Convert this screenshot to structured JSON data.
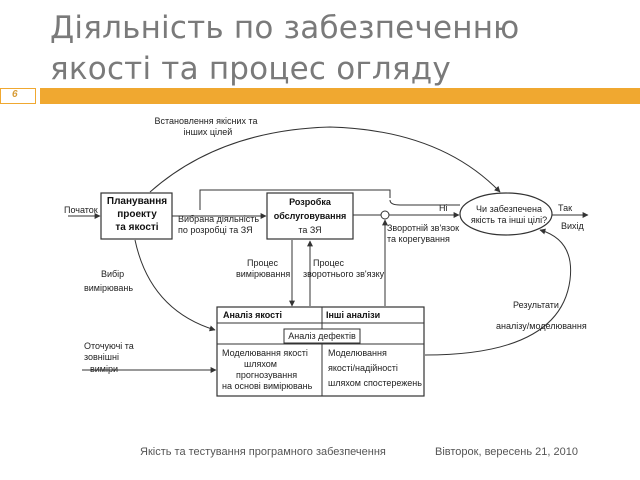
{
  "title": {
    "line1": "Діяльність по забезпеченню",
    "line2": "якості та процес огляду"
  },
  "slide_number": "6",
  "colors": {
    "accent": "#f0a830",
    "title": "#7a7a7a"
  },
  "diagram": {
    "planning_box": [
      "Планування",
      "проекту",
      "та якості"
    ],
    "development_box": [
      "Розробка",
      "обслуговування",
      "та ЗЯ"
    ],
    "decision_ellipse": [
      "Чи забезпечена",
      "якість та інші цілі?"
    ],
    "analysis_box": {
      "quality_analysis": "Аналіз якості",
      "other_analysis": "Інші аналізи",
      "defect_analysis": "Аналіз дефектів",
      "left_cell": [
        "Моделювання якості",
        "шляхом",
        "прогнозування",
        "на основі вимірювань"
      ],
      "right_cell": [
        "Моделювання",
        "якості/надійності",
        "шляхом спостережень"
      ]
    },
    "labels": {
      "start": "Початок",
      "setting_goals": [
        "Встановлення якісних та",
        "інших цілей"
      ],
      "selected_activity": [
        "Вибрана діяльність",
        "по розробці та ЗЯ"
      ],
      "no": "Ні",
      "yes": "Так",
      "exit": "Вихід",
      "feedback": [
        "Зворотній зв'язок",
        "та корегування"
      ],
      "measurement_choice": [
        "Вибір",
        "вимірювань"
      ],
      "measurement_process": [
        "Процес",
        "вимірювання"
      ],
      "feedback_process": [
        "Процес",
        "зворотнього зв'язку"
      ],
      "environment": [
        "Оточуючі та",
        "зовнішні",
        "виміри"
      ],
      "results": [
        "Результати",
        "аналізу/моделювання"
      ]
    }
  },
  "footer": {
    "course": "Якість та тестування програмного забезпечення",
    "date": "Вівторок, вересень 21, 2010"
  }
}
